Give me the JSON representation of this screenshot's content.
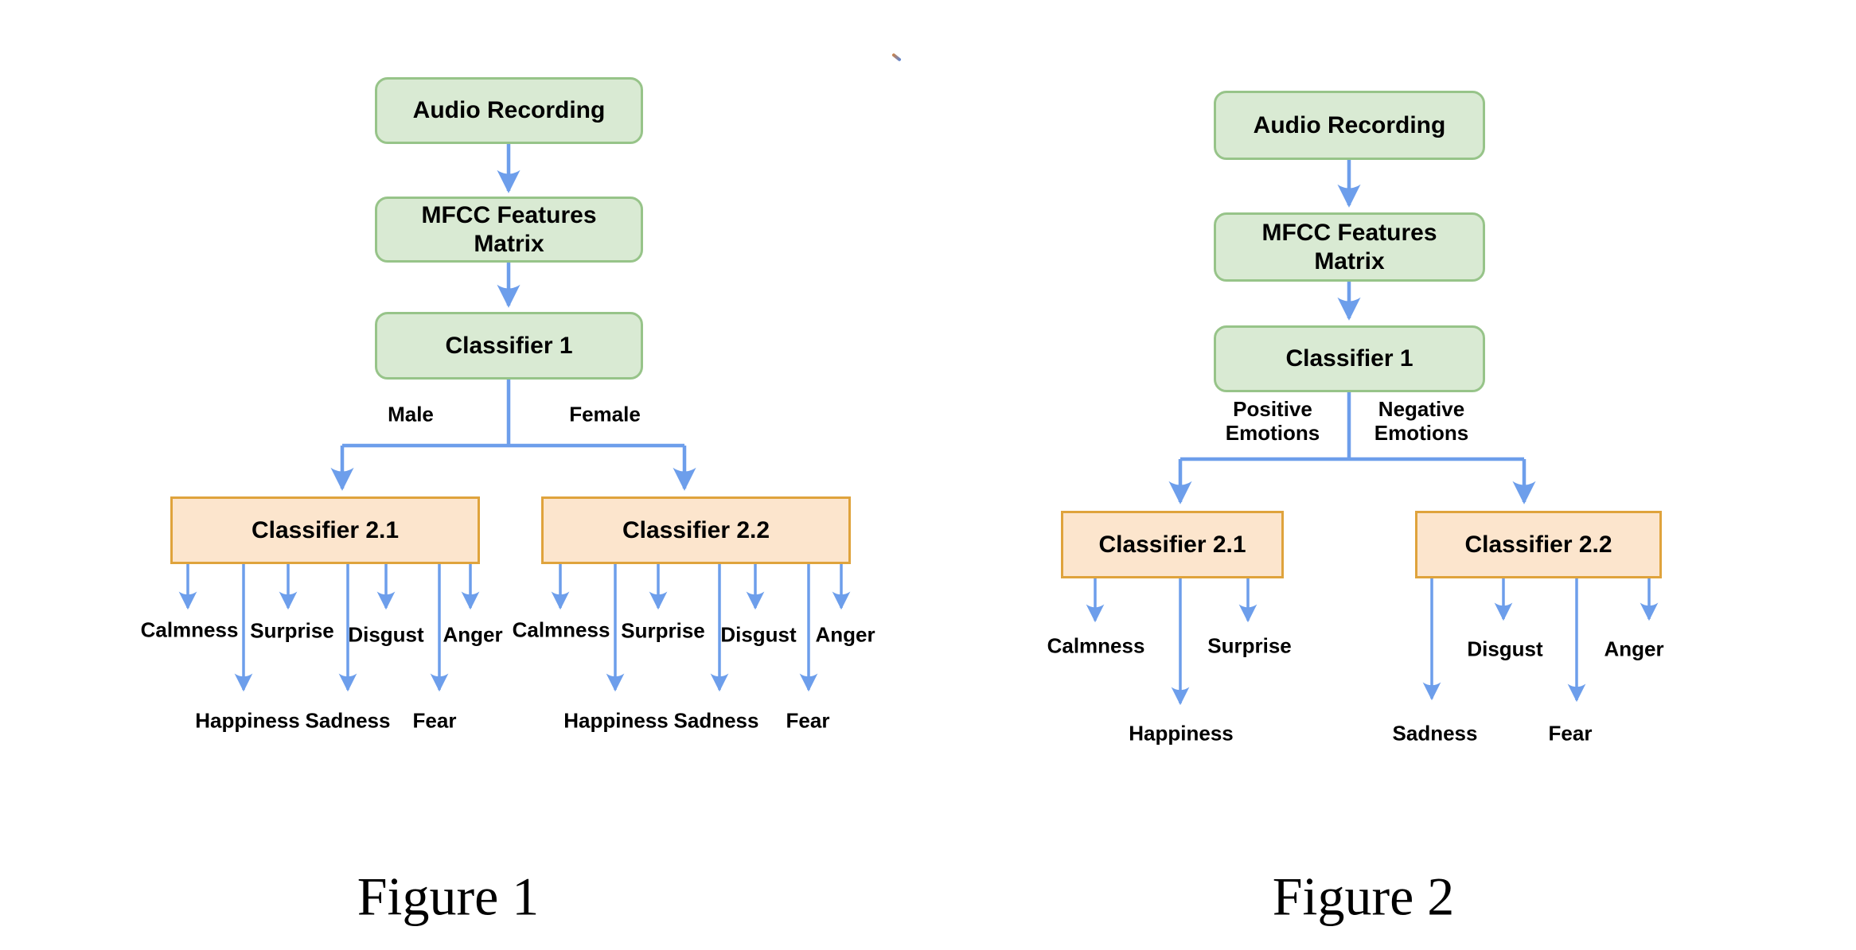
{
  "colors": {
    "green_fill": "#d9ead3",
    "green_border": "#97c489",
    "orange_fill": "#fce5cd",
    "orange_border": "#dfa33c",
    "arrow_blue": "#6d9eeb",
    "text": "#000000"
  },
  "fig1": {
    "caption": "Figure 1",
    "nodes": {
      "audio": "Audio Recording",
      "mfcc": "MFCC Features Matrix",
      "classifier1": "Classifier 1",
      "classifier21": "Classifier 2.1",
      "classifier22": "Classifier 2.2"
    },
    "branch": {
      "left": "Male",
      "right": "Female"
    },
    "c21_outputs": {
      "row1": [
        "Calmness",
        "Surprise",
        "Disgust",
        "Anger"
      ],
      "row2": [
        "Happiness",
        "Sadness",
        "Fear"
      ]
    },
    "c22_outputs": {
      "row1": [
        "Calmness",
        "Surprise",
        "Disgust",
        "Anger"
      ],
      "row2": [
        "Happiness",
        "Sadness",
        "Fear"
      ]
    }
  },
  "fig2": {
    "caption": "Figure 2",
    "nodes": {
      "audio": "Audio Recording",
      "mfcc": "MFCC Features Matrix",
      "classifier1": "Classifier 1",
      "classifier21": "Classifier 2.1",
      "classifier22": "Classifier 2.2"
    },
    "branch": {
      "left": "Positive Emotions",
      "right": "Negative Emotions"
    },
    "c21_outputs": {
      "row1": [
        "Calmness",
        "Surprise"
      ],
      "row2": [
        "Happiness"
      ]
    },
    "c22_outputs": {
      "row1": [
        "Disgust",
        "Anger"
      ],
      "row2": [
        "Sadness",
        "Fear"
      ]
    }
  }
}
